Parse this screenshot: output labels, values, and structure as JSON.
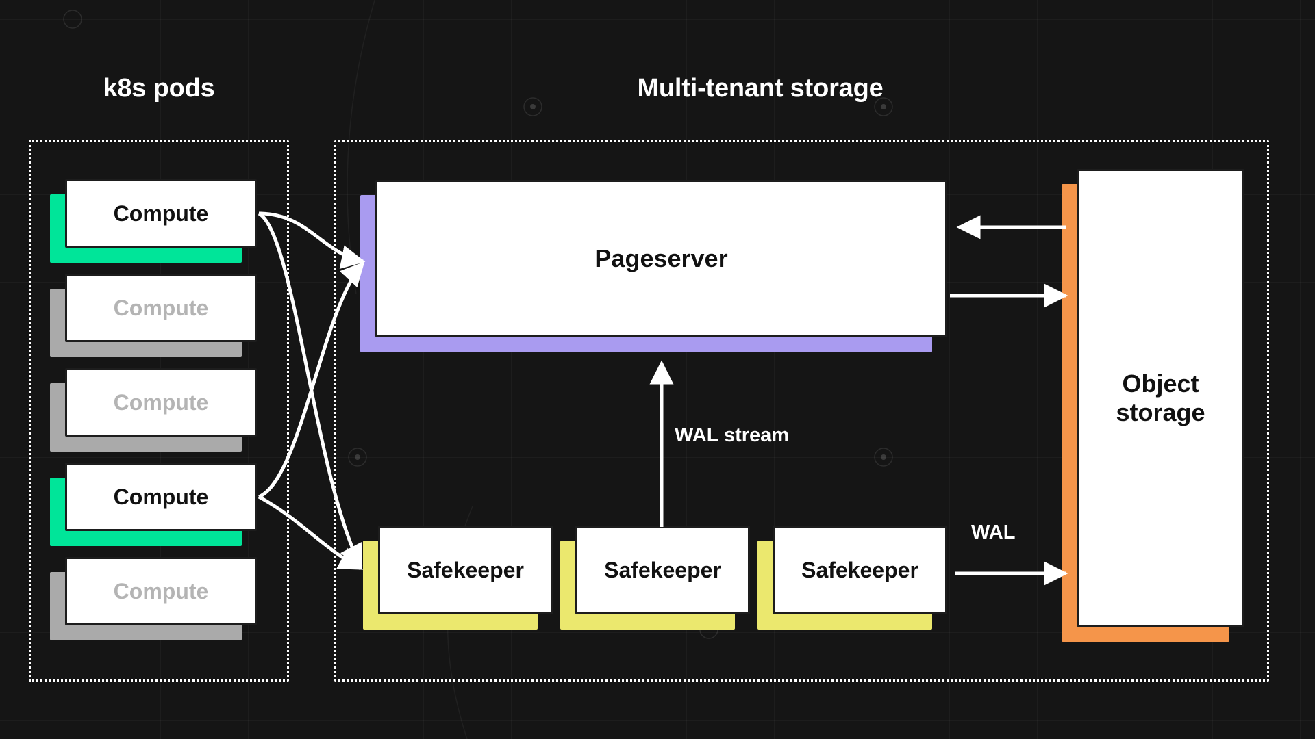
{
  "theme": {
    "background": "#151515",
    "card_bg": "#ffffff",
    "card_border": "#1d1d1d",
    "text_light": "#ffffff",
    "text_dark": "#111111",
    "text_muted": "#b4b4b4",
    "accent_green": "#00e599",
    "accent_gray": "#aaaaaa",
    "accent_purple": "#a99bf0",
    "accent_yellow": "#ebe86e",
    "accent_orange": "#f5954a",
    "connector": "#ffffff"
  },
  "groups": [
    {
      "id": "k8s-pods",
      "title": "k8s pods"
    },
    {
      "id": "multi-tenant-storage",
      "title": "Multi-tenant storage"
    }
  ],
  "compute_nodes": [
    {
      "label": "Compute",
      "state": "active",
      "color": "#00e599"
    },
    {
      "label": "Compute",
      "state": "inactive",
      "color": "#aaaaaa"
    },
    {
      "label": "Compute",
      "state": "inactive",
      "color": "#aaaaaa"
    },
    {
      "label": "Compute",
      "state": "active",
      "color": "#00e599"
    },
    {
      "label": "Compute",
      "state": "inactive",
      "color": "#aaaaaa"
    }
  ],
  "storage_nodes": {
    "pageserver": {
      "label": "Pageserver",
      "color": "#a99bf0"
    },
    "safekeepers": [
      {
        "label": "Safekeeper",
        "color": "#ebe86e"
      },
      {
        "label": "Safekeeper",
        "color": "#ebe86e"
      },
      {
        "label": "Safekeeper",
        "color": "#ebe86e"
      }
    ],
    "object_storage": {
      "label": "Object storage",
      "color": "#f5954a"
    }
  },
  "edge_labels": [
    {
      "id": "wal-stream",
      "text": "WAL stream"
    },
    {
      "id": "wal",
      "text": "WAL"
    }
  ]
}
